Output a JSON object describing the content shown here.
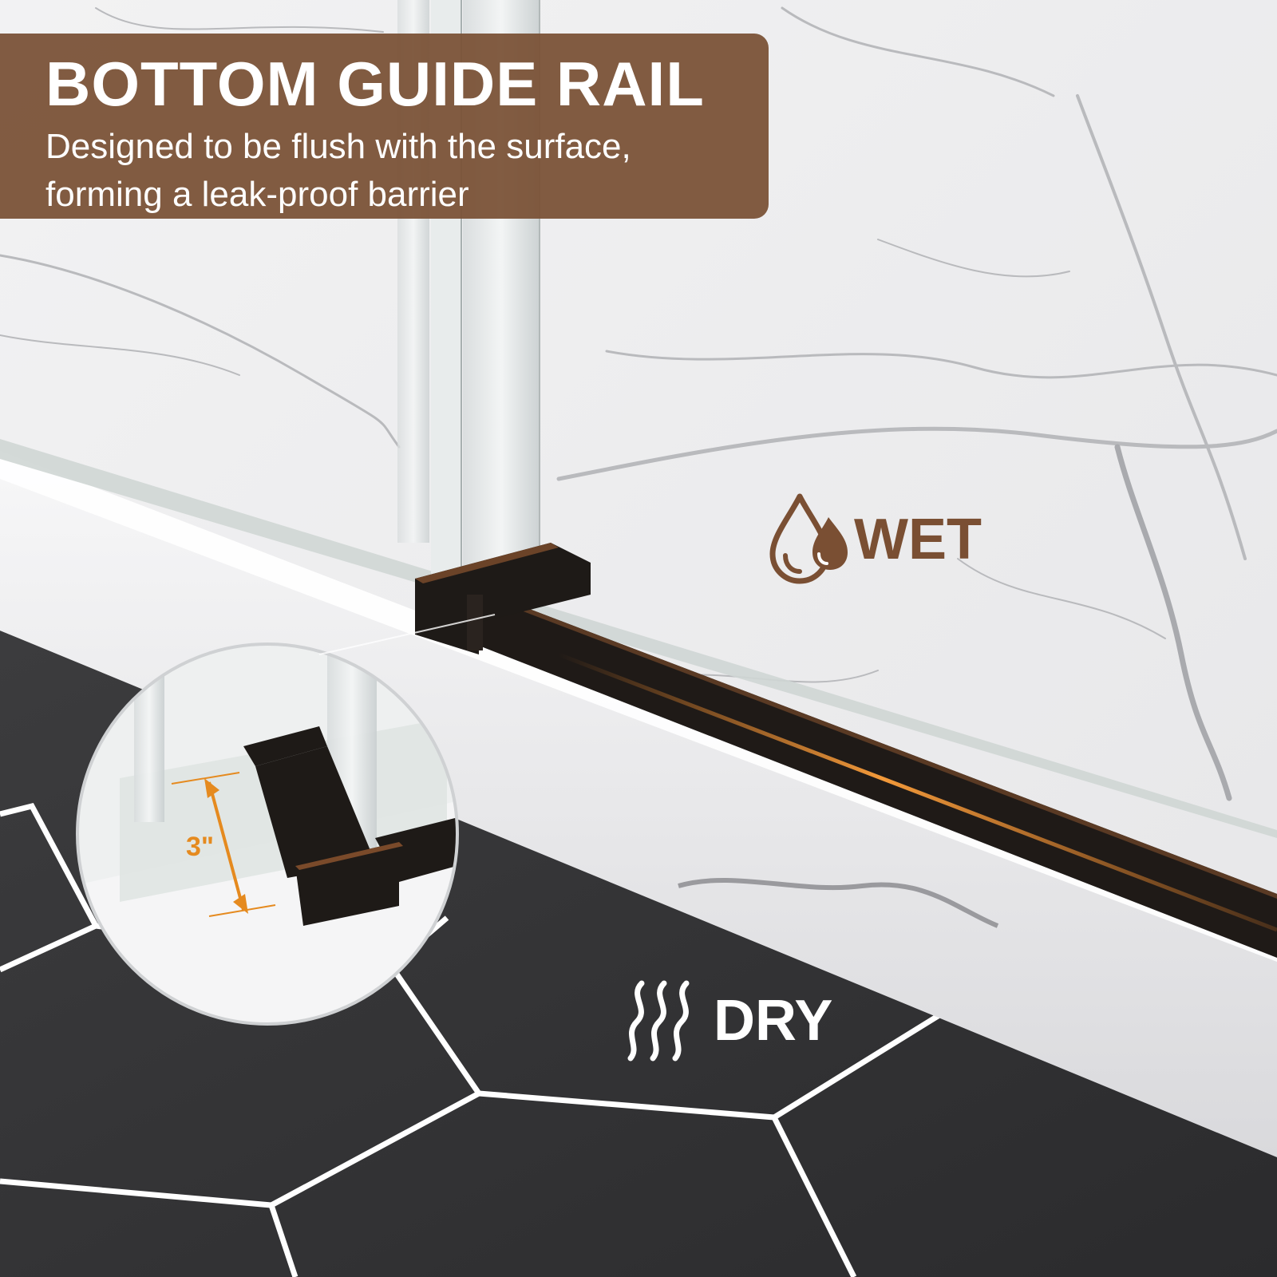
{
  "banner": {
    "title": "BOTTOM GUIDE RAIL",
    "subtitle": "Designed to be flush with the surface,\nforming a leak-proof barrier"
  },
  "labels": {
    "wet": "WET",
    "dry": "DRY"
  },
  "inset": {
    "dimension": "3\""
  },
  "icons": {
    "wet": "water-drop-icon",
    "dry": "steam-waves-icon"
  },
  "colors": {
    "banner": "#795034",
    "wet_text": "#7a4f33",
    "accent_orange": "#e58a1f",
    "rail": "#1f1a17"
  }
}
